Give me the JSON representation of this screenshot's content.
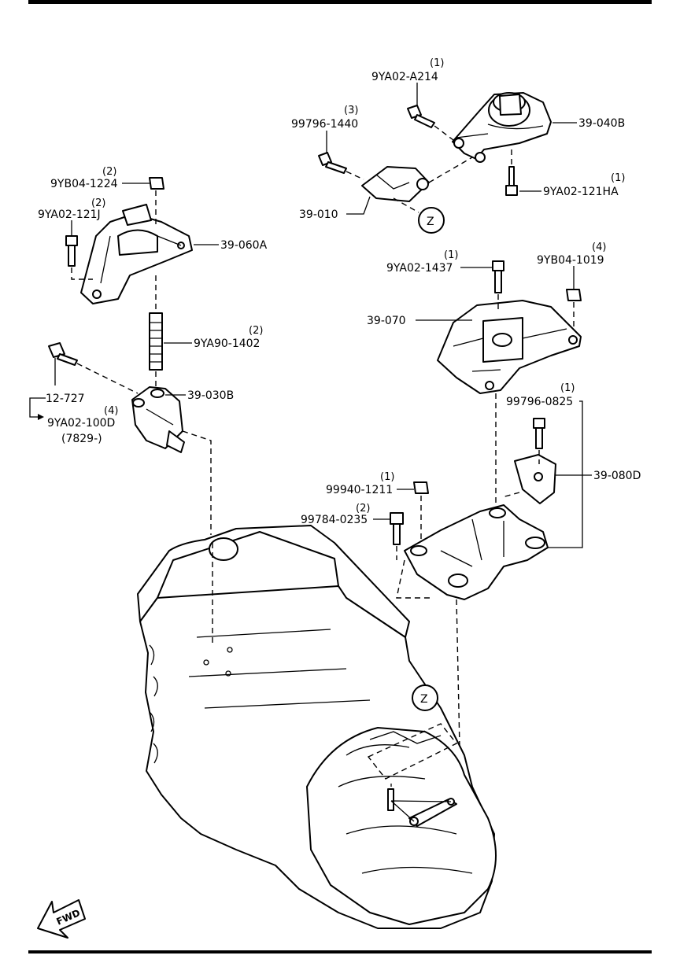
{
  "diagram": {
    "labels": {
      "p39_040b": "39-040B",
      "p39_010": "39-010",
      "p39_060a": "39-060A",
      "p39_070": "39-070",
      "p39_030b": "39-030B",
      "p39_080d": "39-080D",
      "b9ya02_a214": "9YA02-A214",
      "b99796_1440": "99796-1440",
      "b9ya02_121ha": "9YA02-121HA",
      "b9yb04_1224": "9YB04-1224",
      "b9ya02_121j": "9YA02-121J",
      "b9ya02_1437": "9YA02-1437",
      "b9yb04_1019": "9YB04-1019",
      "b9ya90_1402": "9YA90-1402",
      "b12_727": "12-727",
      "b9ya02_100d": "9YA02-100D",
      "b7829": "(7829-)",
      "b99796_0825": "99796-0825",
      "b99940_1211": "99940-1211",
      "b99784_0235": "99784-0235",
      "zone_z_upper": "Z",
      "zone_z_lower": "Z",
      "fwd": "FWD"
    },
    "quantities": {
      "q_a214": "(1)",
      "q_1440": "(3)",
      "q_121ha": "(1)",
      "q_1224": "(2)",
      "q_121j": "(2)",
      "q_1437": "(1)",
      "q_1019": "(4)",
      "q_1402": "(2)",
      "q_100d": "(4)",
      "q_0825": "(1)",
      "q_1211": "(1)",
      "q_0235": "(2)"
    }
  }
}
